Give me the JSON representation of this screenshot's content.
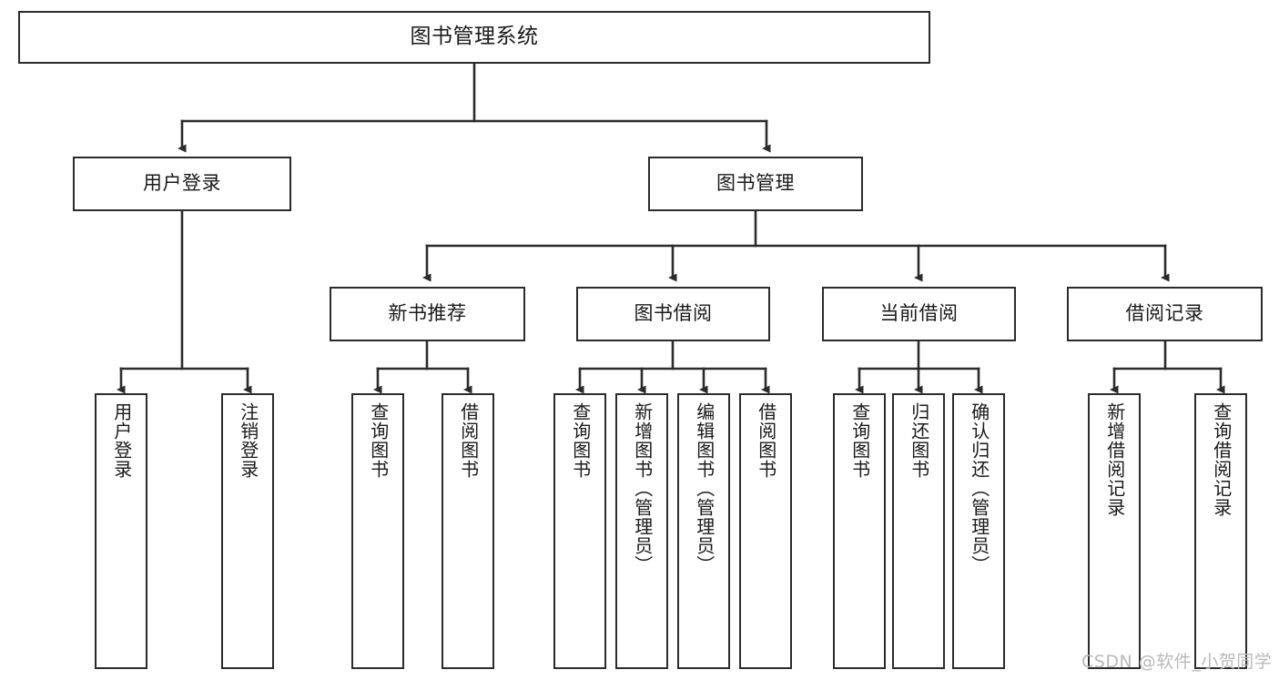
{
  "diagram": {
    "title": "图书管理系统",
    "type": "tree-structure-chart",
    "stroke_color": "#2b2b2b",
    "fill_color": "#ffffff",
    "text_color": "#1a1a1a"
  },
  "watermark": {
    "text": "CSDN @软件_小贺同学",
    "color": "#b9b9b9"
  },
  "nodes": {
    "root": {
      "label": "图书管理系统"
    },
    "level1": [
      {
        "label": "用户登录"
      },
      {
        "label": "图书管理"
      }
    ],
    "level2": [
      {
        "label": "新书推荐"
      },
      {
        "label": "图书借阅"
      },
      {
        "label": "当前借阅"
      },
      {
        "label": "借阅记录"
      }
    ],
    "leaves_user_login": [
      {
        "label": "用户登录"
      },
      {
        "label": "注销登录"
      }
    ],
    "leaves_new_book": [
      {
        "label": "查询图书"
      },
      {
        "label": "借阅图书"
      }
    ],
    "leaves_borrow": [
      {
        "label": "查询图书"
      },
      {
        "label": "新增图书（管理员）"
      },
      {
        "label": "编辑图书（管理员）"
      },
      {
        "label": "借阅图书"
      }
    ],
    "leaves_current": [
      {
        "label": "查询图书"
      },
      {
        "label": "归还图书"
      },
      {
        "label": "确认归还（管理员）"
      }
    ],
    "leaves_records": [
      {
        "label": "新增借阅记录"
      },
      {
        "label": "查询借阅记录"
      }
    ]
  }
}
